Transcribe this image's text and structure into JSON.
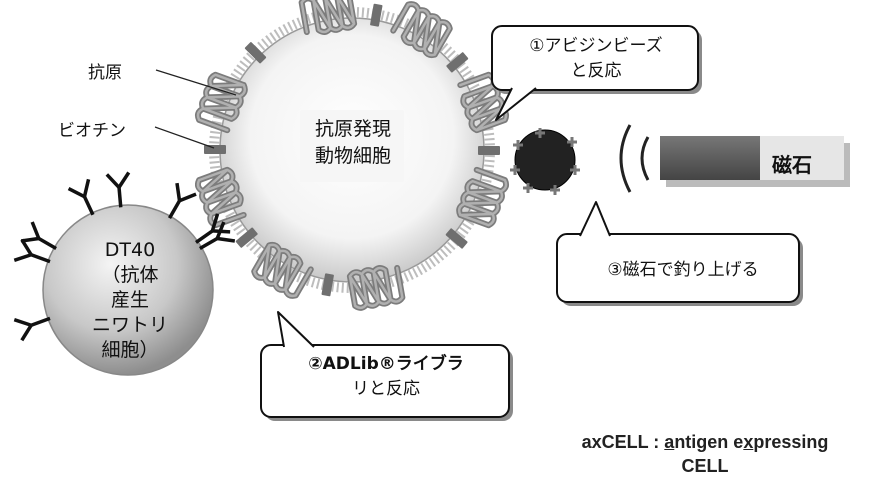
{
  "labels": {
    "antigen": "抗原",
    "biotin": "ビオチン"
  },
  "cells": {
    "axcell_line1": "抗原発現",
    "axcell_line2": "動物細胞",
    "dt40_line1": "DT40",
    "dt40_line2": "（抗体",
    "dt40_line3": "産生",
    "dt40_line4": "ニワトリ",
    "dt40_line5": "細胞）"
  },
  "steps": {
    "step1_line1": "①アビジンビーズ",
    "step1_line2": "と反応",
    "step2_line1": "②ADLib®ライブラ",
    "step2_line2": "リと反応",
    "step3": "③磁石で釣り上げる"
  },
  "magnet": {
    "label": "磁石"
  },
  "footer": {
    "line1_a": "axCELL : ",
    "line1_b": "a",
    "line1_c": "ntigen e",
    "line1_d": "x",
    "line1_e": "pressing",
    "line2": "CELL"
  }
}
